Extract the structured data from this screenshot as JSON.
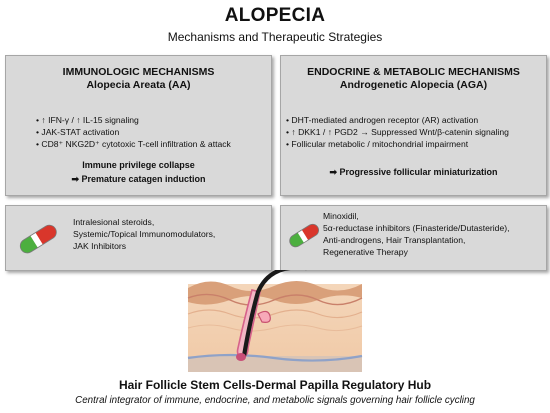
{
  "header": {
    "title": "ALOPECIA",
    "subtitle": "Mechanisms and Therapeutic Strategies"
  },
  "immunologic": {
    "heading": "IMMUNOLOGIC MECHANISMS",
    "condition": "Alopecia Areata (AA)",
    "bullets": [
      "• ↑ IFN-γ / ↑ IL-15 signaling",
      "• JAK-STAT activation",
      "• CD8⁺ NKG2D⁺ cytotoxic T-cell infiltration & attack"
    ],
    "outcome_1": "Immune privilege collapse",
    "outcome_2": "➡ Premature catagen induction"
  },
  "endocrine": {
    "heading": "ENDOCRINE & METABOLIC MECHANISMS",
    "condition": "Androgenetic Alopecia (AGA)",
    "bullets": [
      "• DHT-mediated androgen receptor (AR) activation",
      "• ↑ DKK1 / ↑ PGD2 → Suppressed Wnt/β-catenin signaling",
      "• Follicular metabolic / mitochondrial impairment"
    ],
    "outcome": "➡ Progressive follicular miniaturization"
  },
  "therapy_aa": {
    "lines": [
      "Intralesional steroids,",
      "Systemic/Topical Immunomodulators,",
      "JAK Inhibitors"
    ]
  },
  "therapy_aga": {
    "lines": [
      "Minoxidil,",
      "5α-reductase inhibitors (Finasteride/Dutasteride),",
      "Anti-androgens, Hair Transplantation,",
      "Regenerative Therapy"
    ]
  },
  "hub": {
    "title": "Hair Follicle Stem Cells-Dermal Papilla Regulatory Hub",
    "subtitle": "Central integrator of immune, endocrine, and metabolic signals governing hair follicle cycling"
  },
  "icons": {
    "pill": "capsule-icon",
    "colors": {
      "capsule_red": "#d9362b",
      "capsule_green": "#4caf3f",
      "panel": "#d9d9d9"
    }
  }
}
